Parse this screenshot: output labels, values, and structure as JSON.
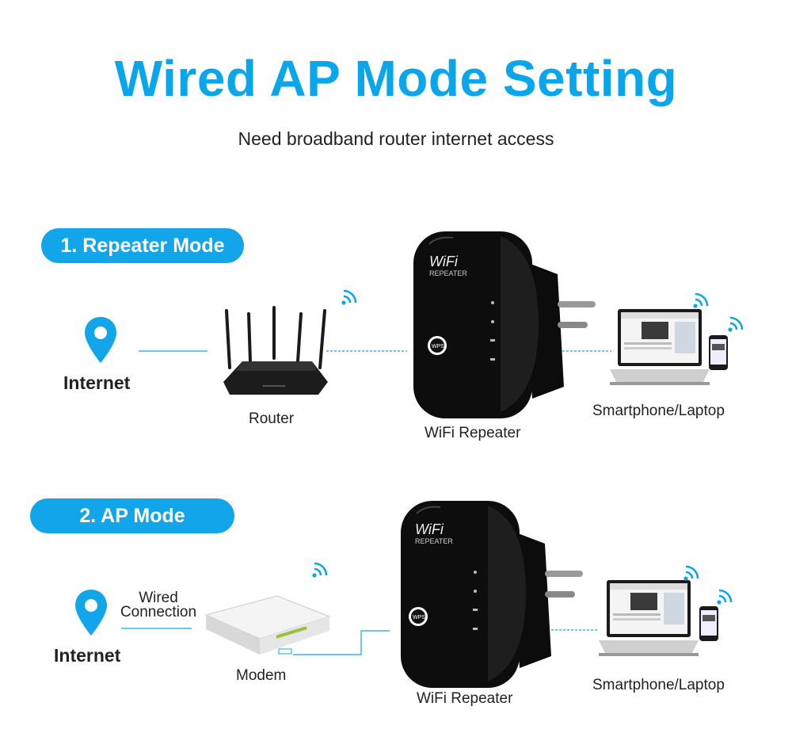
{
  "header": {
    "title": "Wired AP Mode Setting",
    "subtitle": "Need broadband router internet access"
  },
  "device": {
    "brand": "WiFi",
    "model": "REPEATER",
    "wps": "WPS"
  },
  "modes": [
    {
      "label": "1. Repeater Mode",
      "internet": "Internet",
      "router": "Router",
      "repeater": "WiFi Repeater",
      "clients": "Smartphone/Laptop"
    },
    {
      "label": "2. AP Mode",
      "internet": "Internet",
      "wired_line1": "Wired",
      "wired_line2": "Connection",
      "modem": "Modem",
      "repeater": "WiFi Repeater",
      "clients": "Smartphone/Laptop"
    }
  ],
  "colors": {
    "accent": "#12a5ea",
    "title": "#0aa6ec",
    "device": "#111111"
  }
}
